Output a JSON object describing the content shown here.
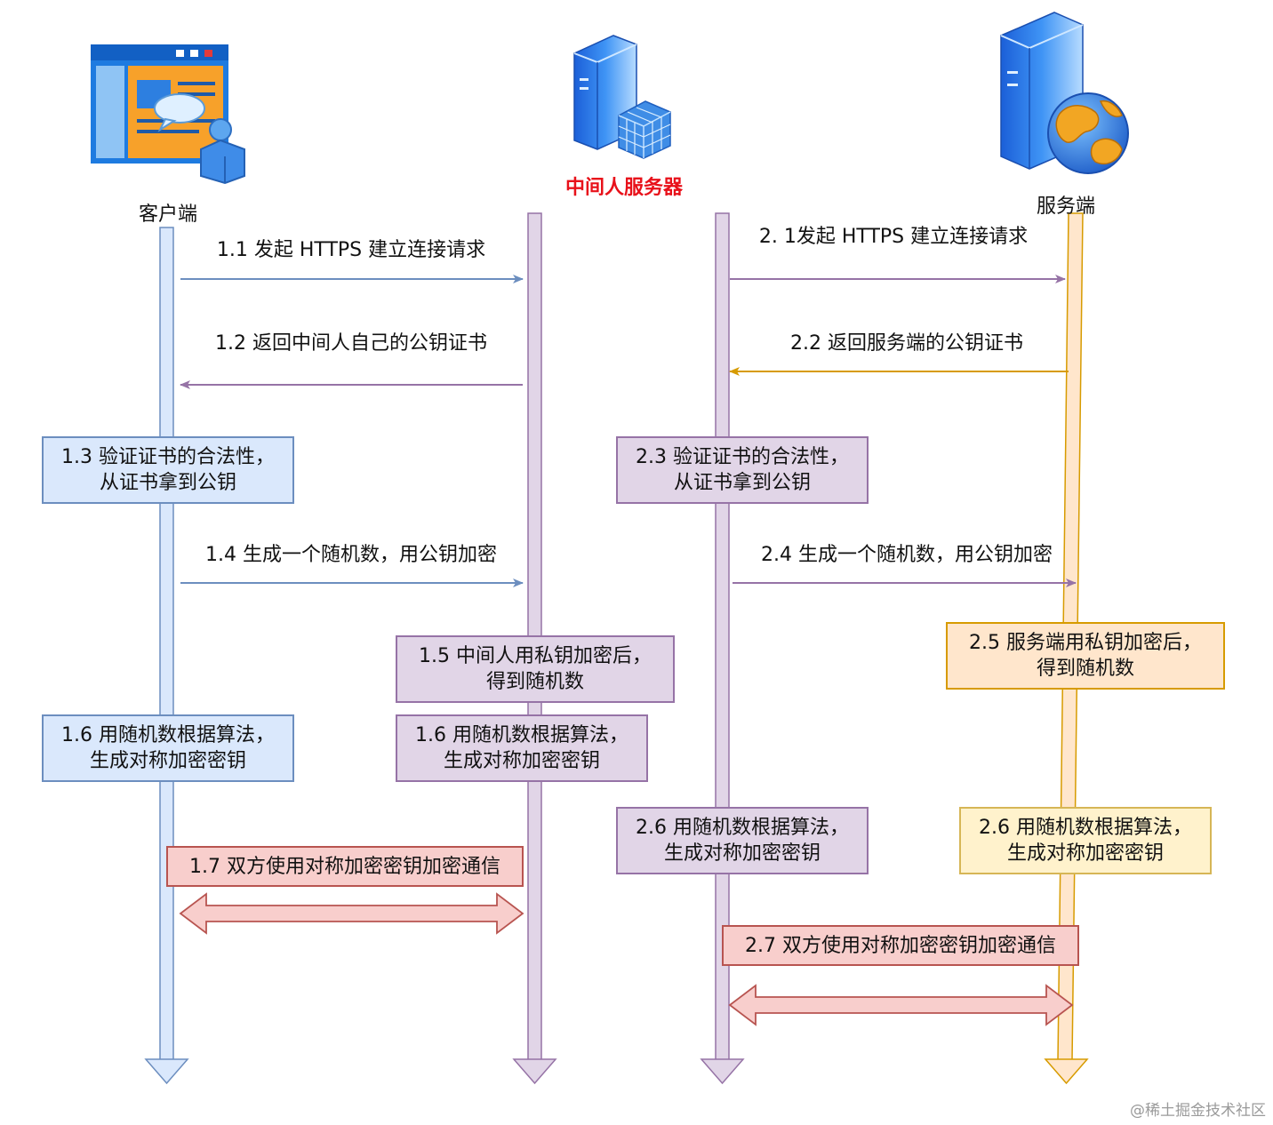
{
  "actors": {
    "client": "客户端",
    "mitm": "中间人服务器",
    "server": "服务端"
  },
  "icons": {
    "client": "browser-user-icon",
    "mitm": "server-tower-grid-icon",
    "server": "server-tower-globe-icon"
  },
  "messages": {
    "m1_1": "1.1 发起 HTTPS 建立连接请求",
    "m1_2": "1.2 返回中间人自己的公钥证书",
    "m1_4": "1.4 生成一个随机数，用公钥加密",
    "m2_1": "2. 1发起 HTTPS 建立连接请求",
    "m2_2": "2.2 返回服务端的公钥证书",
    "m2_4": "2.4 生成一个随机数，用公钥加密"
  },
  "notes": {
    "n1_3": [
      "1.3 验证证书的合法性，",
      "从证书拿到公钥"
    ],
    "n2_3": [
      "2.3 验证证书的合法性，",
      "从证书拿到公钥"
    ],
    "n1_5": [
      "1.5 中间人用私钥加密后，",
      "得到随机数"
    ],
    "n2_5": [
      "2.5 服务端用私钥加密后，",
      "得到随机数"
    ],
    "n1_6_client": [
      "1.6 用随机数根据算法，",
      "生成对称加密密钥"
    ],
    "n1_6_mitm": [
      "1.6 用随机数根据算法，",
      "生成对称加密密钥"
    ],
    "n2_6_mitm": [
      "2.6 用随机数根据算法，",
      "生成对称加密密钥"
    ],
    "n2_6_server": [
      "2.6 用随机数根据算法，",
      "生成对称加密密钥"
    ],
    "n1_7": "1.7 双方使用对称加密密钥加密通信",
    "n2_7": "2.7 双方使用对称加密密钥加密通信"
  },
  "colors": {
    "client": "#dae8fc",
    "client_stroke": "#6c8ebf",
    "mitm": "#e1d5e7",
    "mitm_stroke": "#9673a6",
    "server": "#ffe6cc",
    "server_stroke": "#d79b00",
    "secure": "#f8cecc",
    "secure_stroke": "#b85450",
    "mitm_label": "#e8111a"
  },
  "watermark": "@稀土掘金技术社区"
}
